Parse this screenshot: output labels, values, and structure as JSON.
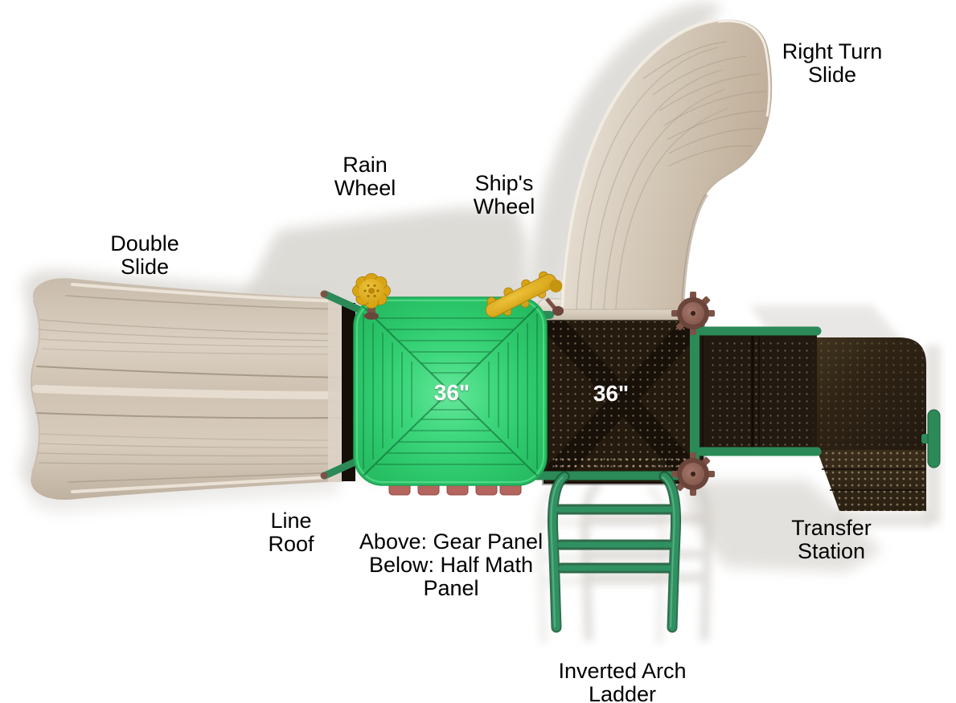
{
  "page": {
    "description": "Overhead plan view of playground play structure with component callout labels"
  },
  "labels": {
    "right_turn_slide": [
      "Right Turn",
      "Slide"
    ],
    "rain_wheel": [
      "Rain",
      "Wheel"
    ],
    "ships_wheel": [
      "Ship's",
      "Wheel"
    ],
    "double_slide": [
      "Double",
      "Slide"
    ],
    "line_roof": [
      "Line",
      "Roof"
    ],
    "panels": [
      "Above: Gear Panel",
      "Below: Half Math",
      "Panel"
    ],
    "inverted_arch_ladder": [
      "Inverted Arch",
      "Ladder"
    ],
    "transfer_station": [
      "Transfer",
      "Station"
    ]
  },
  "sizes": {
    "roof_deck": "36\"",
    "main_deck": "36\""
  },
  "colors": {
    "roof_green": "#2ec76a",
    "deck_brown": "#241a0e",
    "slide_tan": "#d3c6b7",
    "frame_green": "#2b8a58",
    "wheel_yellow": "#d9a414",
    "connector_brown": "#7c5246",
    "clamp_red": "#b5655e",
    "shadow_gray": "#d8d5d0",
    "label_black": "#000000",
    "size_white": "#ffffff"
  }
}
